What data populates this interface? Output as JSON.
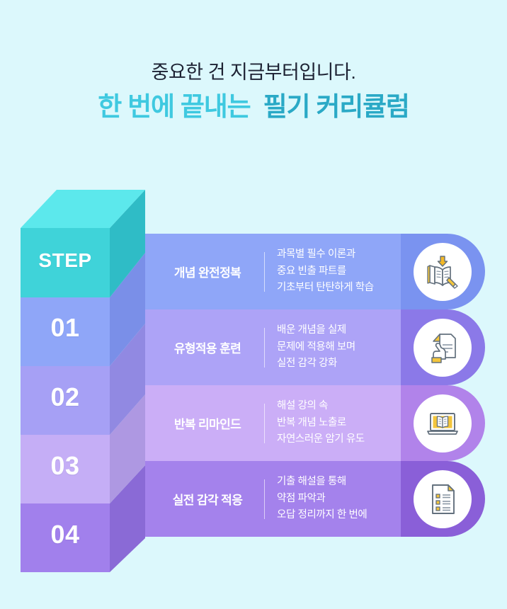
{
  "background_color": "#dcf8fc",
  "headline": {
    "subtitle": "중요한 건 지금부터입니다.",
    "main_part_a": "한 번에 끝내는",
    "main_part_b": "필기 커리큘럼",
    "color_part_a": "#3fc9e0",
    "color_part_b": "#2aa9c6",
    "subtitle_color": "#1d2233"
  },
  "tower": {
    "top_face_color": "#5ce8ec",
    "labels": [
      {
        "text": "STEP",
        "face_color": "#3fd3d9",
        "side_color": "#2fbcc6"
      },
      {
        "text": "01",
        "face_color": "#8fa6f8",
        "side_color": "#7a8fe8"
      },
      {
        "text": "02",
        "face_color": "#a6a0f5",
        "side_color": "#9189e2"
      },
      {
        "text": "03",
        "face_color": "#c5aef6",
        "side_color": "#ae98e2"
      },
      {
        "text": "04",
        "face_color": "#a180ec",
        "side_color": "#8a6ad6"
      }
    ]
  },
  "rows": [
    {
      "title": "개념 완전정복",
      "desc_lines": [
        "과목별 필수 이론과",
        "중요 빈출 파트를",
        "기초부터 탄탄하게 학습"
      ],
      "bar_color": "#8fa6f8",
      "cap_color": "#7a93f0",
      "icon": "book-download-pencil-icon"
    },
    {
      "title": "유형적용 훈련",
      "desc_lines": [
        "배운 개념을 실제",
        "문제에 적용해 보며",
        "실전 감각 강화"
      ],
      "bar_color": "#ada3f7",
      "cap_color": "#8b79e8",
      "icon": "hand-holding-document-icon"
    },
    {
      "title": "반복 리마인드",
      "desc_lines": [
        "해설 강의 속",
        "반복 개념 노출로",
        "자연스러운 암기 유도"
      ],
      "bar_color": "#cbaef7",
      "cap_color": "#b183ea",
      "icon": "laptop-book-icon"
    },
    {
      "title": "실전 감각 적응",
      "desc_lines": [
        "기출 해설을 통해",
        "약점 파악과",
        "오답 정리까지 한 번에"
      ],
      "bar_color": "#a482ec",
      "cap_color": "#8a5fd8",
      "icon": "document-checklist-icon"
    }
  ]
}
